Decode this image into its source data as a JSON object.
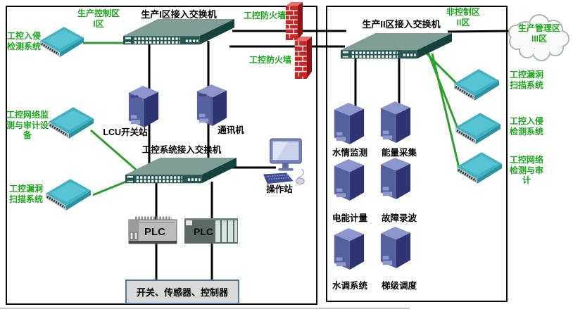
{
  "diagram": {
    "zone1_label": "生产控制区\nI区",
    "zone2_label": "非控制区\nII区",
    "cloud_label": "生产管理区\nIII区",
    "switch1_label": "生产I区接入交换机",
    "switch2_label": "工控系统接入交换机",
    "switch3_label": "生产II区接入交换机",
    "firewall1_label": "工控防火墙",
    "firewall2_label": "工控防火墙",
    "left_devices": {
      "intrusion_label": "工控入侵\n检测系统",
      "audit_label": "工控网络监\n测与审计设\n备",
      "vuln_label": "工控漏洞\n扫描系统",
      "lcu_label": "LCU开关站",
      "comm_label": "通讯机",
      "operator_label": "操作站",
      "plc1_label": "PLC",
      "plc2_label": "PLC",
      "field_box_label": "开关、传感器、控制器"
    },
    "right_devices": {
      "vuln_label": "工控漏洞\n扫描系统",
      "intrusion_label": "工控入侵\n检测系统",
      "audit_label": "工控网络\n检测与审\n计",
      "servers": [
        "水情监测",
        "能量采集",
        "电能计量",
        "故障录波",
        "水调系统",
        "梯级调度"
      ]
    },
    "colors": {
      "label_green": "#1ea51e",
      "link_black": "#000000",
      "link_green": "#2e9e2e",
      "switch_front_teal": "#265750",
      "switch_top_grey_green": "#7d9d95",
      "server_blue": "#57609f",
      "appliance_teal": "#42b2c2",
      "firewall_red": "#cb2424",
      "field_box_grey": "#d9d9d9",
      "field_box_border": "#54749e"
    }
  }
}
